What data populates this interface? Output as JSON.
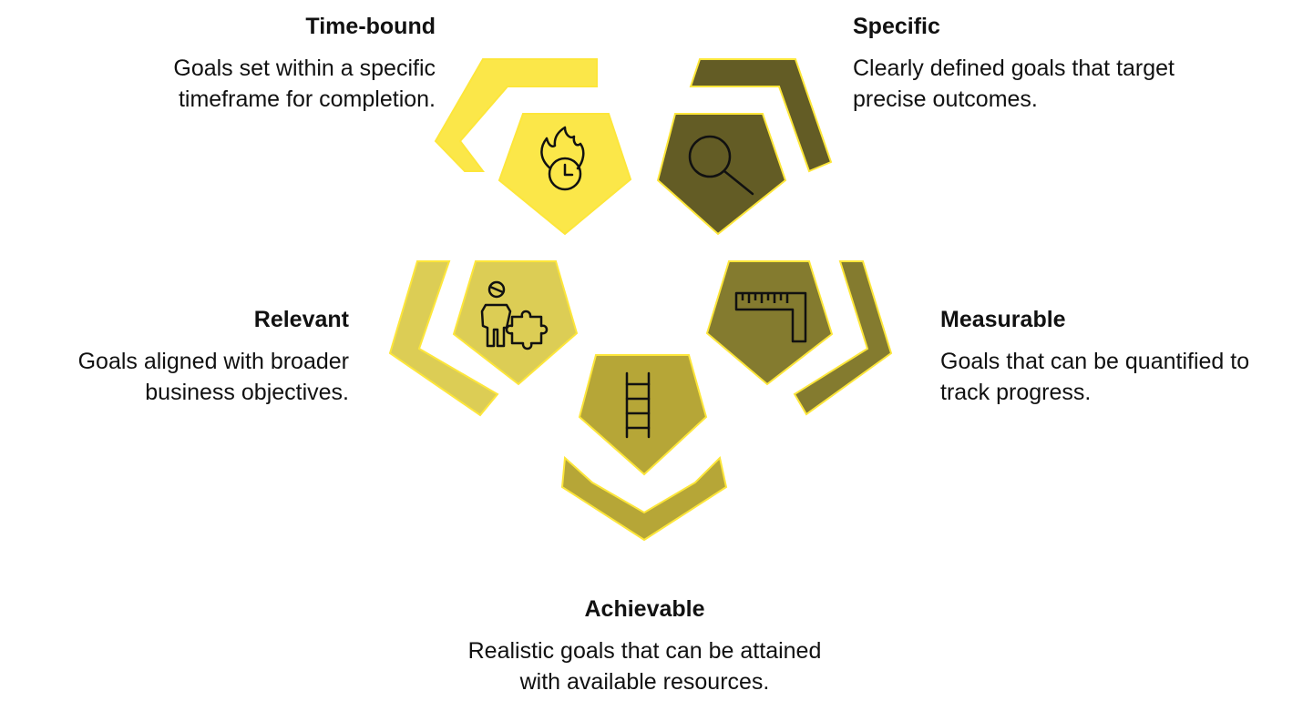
{
  "colors": {
    "specific": "#635c25",
    "measurable": "#847b2f",
    "achievable": "#b6a637",
    "relevant": "#dccd55",
    "timebound": "#fbe749",
    "outline": "#fde63a",
    "icon_stroke": "#111111"
  },
  "items": {
    "timebound": {
      "title": "Time-bound",
      "description": "Goals set within a specific timeframe for completion.",
      "icon": "clock-fire-icon"
    },
    "specific": {
      "title": "Specific",
      "description": "Clearly defined goals that target precise outcomes.",
      "icon": "magnifier-icon"
    },
    "relevant": {
      "title": "Relevant",
      "description": "Goals aligned with broader business objectives.",
      "icon": "person-puzzle-icon"
    },
    "measurable": {
      "title": "Measurable",
      "description": "Goals that can be quantified to track progress.",
      "icon": "ruler-icon"
    },
    "achievable": {
      "title": "Achievable",
      "description": "Realistic goals that can be attained with available resources.",
      "icon": "ladder-icon"
    }
  }
}
